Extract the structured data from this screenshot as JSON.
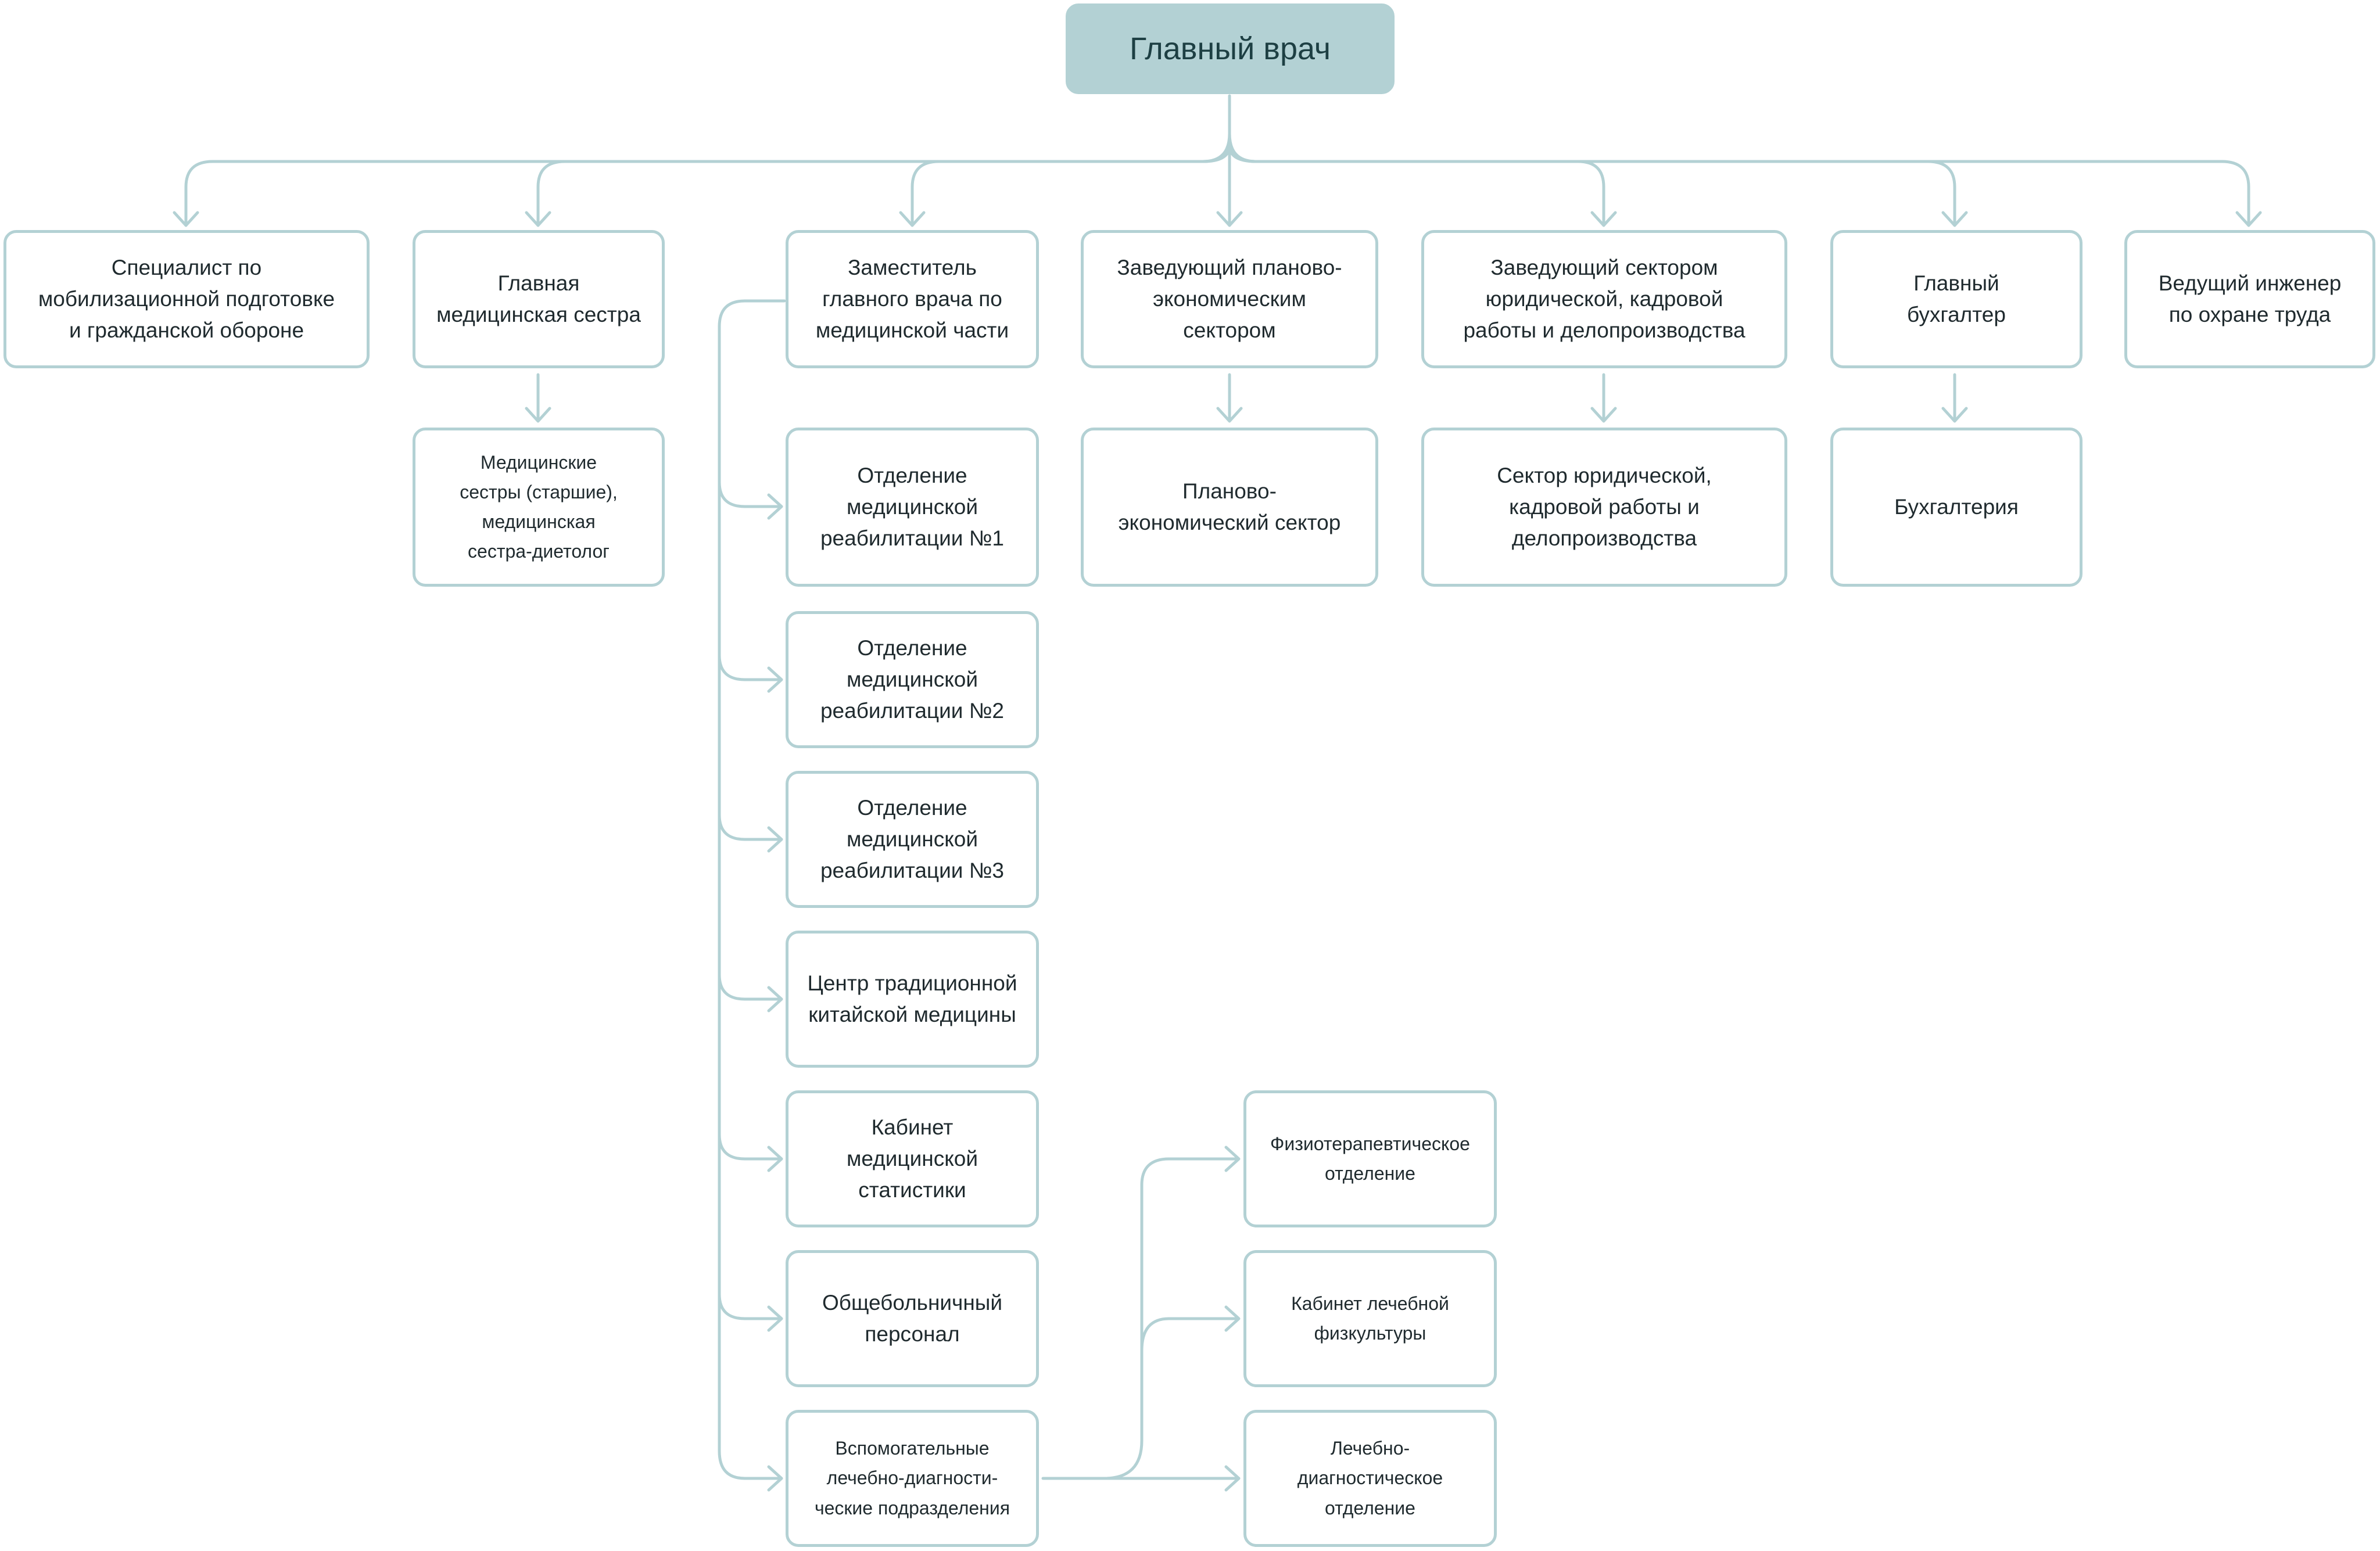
{
  "colors": {
    "line": "#b3d1d4",
    "root_fill": "#b3d1d4",
    "border": "#b3d1d4",
    "text": "#1f2a2e"
  },
  "root": "Главный врач",
  "level1": {
    "mobilization": "Специалист по\nмобилизационной подготовке\nи гражданской обороне",
    "head_nurse": "Главная\nмедицинская сестра",
    "deputy_medical": "Заместитель\nглавного врача по\nмедицинской части",
    "planning_head": "Заведующий планово-\nэкономическим\nсектором",
    "legal_head": "Заведующий сектором\nюридической, кадровой\nработы и делопроизводства",
    "chief_accountant": "Главный\nбухгалтер",
    "safety_engineer": "Ведущий инженер\nпо охране труда"
  },
  "level2": {
    "nurses": "Медицинские\nсестры (старшие),\nмедицинская\nсестра-диетолог",
    "planning_sector": "Планово-\nэкономический сектор",
    "legal_sector": "Сектор юридической,\nкадровой работы и\nделопроизводства",
    "accounting": "Бухгалтерия"
  },
  "deputy_units": {
    "rehab1": "Отделение\nмедицинской\nреабилитации №1",
    "rehab2": "Отделение\nмедицинской\nреабилитации №2",
    "rehab3": "Отделение\nмедицинской\nреабилитации №3",
    "tcm_center": "Центр традиционной\nкитайской медицины",
    "statistics": "Кабинет\nмедицинской\nстатистики",
    "general_staff": "Общебольничный\nперсонал",
    "auxiliary": "Вспомогательные\nлечебно-диагности-\nческие подразделения"
  },
  "auxiliary_units": {
    "physio": "Физиотерапевтическое\nотделение",
    "exercise": "Кабинет лечебной\nфизкультуры",
    "diagnostic": "Лечебно-\nдиагностическое\nотделение"
  }
}
